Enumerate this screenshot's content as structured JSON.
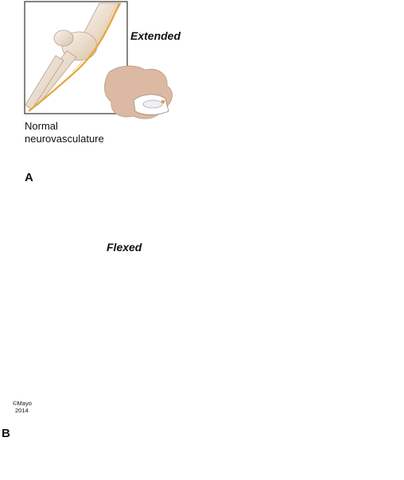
{
  "panel_a": {
    "letter": "A",
    "state": "Extended",
    "caption_line1": "Normal",
    "caption_line2": "neurovasculature"
  },
  "panel_b": {
    "letter": "B",
    "state": "Flexed"
  },
  "copyright_line1": "©Mayo",
  "copyright_line2": "2014",
  "colors": {
    "bone": "#efe4d8",
    "bone_shadow": "#d8c2ad",
    "nerve_sheath": "#f3d6a4",
    "fascicle": "#f7ddc8",
    "axon": "#e07a48",
    "vein": "#6a4fb0",
    "artery": "#d23a2e",
    "frame": "#333333"
  }
}
